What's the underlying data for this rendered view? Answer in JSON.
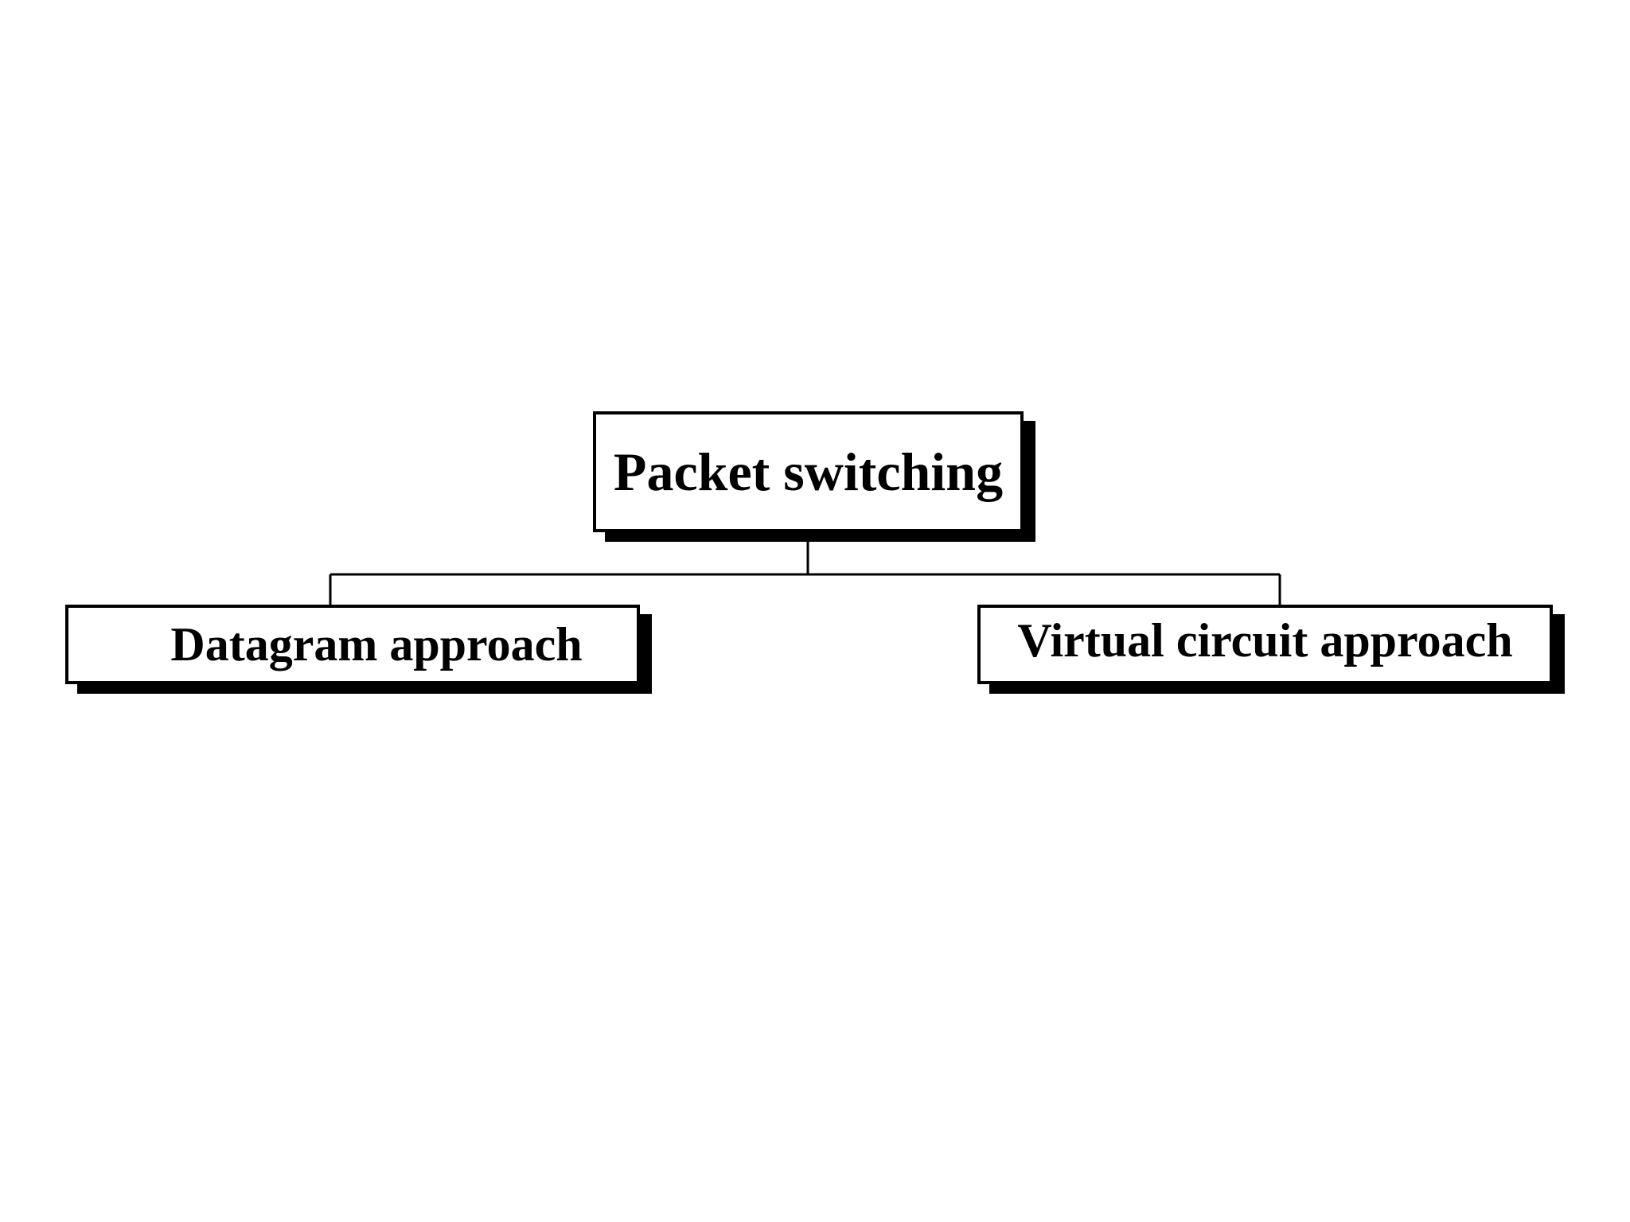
{
  "diagram": {
    "root": {
      "label": "Packet switching"
    },
    "children": [
      {
        "label": "Datagram approach"
      },
      {
        "label": "Virtual circuit approach"
      }
    ]
  },
  "colors": {
    "background": "#ffffff",
    "border": "#000000",
    "shadow": "#000000",
    "text": "#000000"
  }
}
